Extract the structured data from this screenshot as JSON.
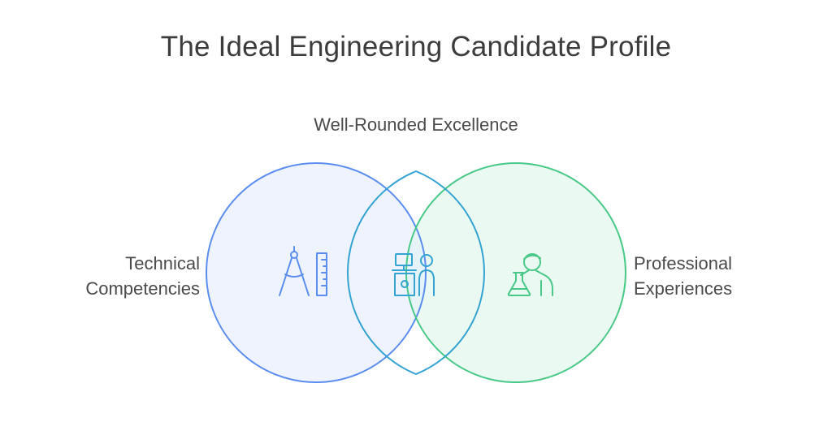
{
  "title": "The Ideal Engineering Candidate Profile",
  "intersection_label": "Well-Rounded Excellence",
  "left_set": {
    "line1": "Technical",
    "line2": "Competencies",
    "icon": "drafting-tools-icon",
    "color": "#5b8def"
  },
  "right_set": {
    "line1": "Professional",
    "line2": "Experiences",
    "icon": "scientist-icon",
    "color": "#48c987"
  },
  "center_icon": "engineer-workstation-icon",
  "colors": {
    "left_fill": "#eef3fd",
    "right_fill": "#eaf9f1",
    "overlap_fill": "#e6f4fa",
    "center_icon": "#34a3d1"
  }
}
